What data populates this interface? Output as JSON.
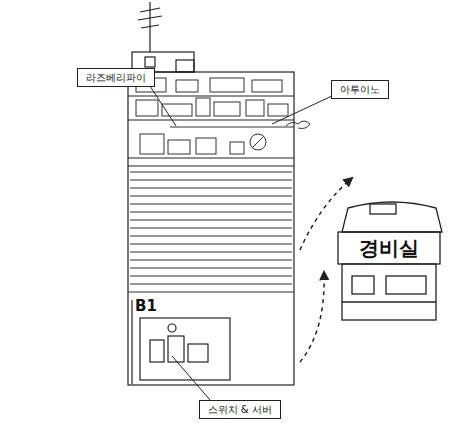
{
  "diagram": {
    "nodes": [
      {
        "text": [
          "라즈베리파이"
        ]
      },
      {
        "text": [
          "아투이노"
        ]
      },
      {
        "text": [
          "스위치 & 서버"
        ]
      },
      {
        "text": [
          "경비실"
        ]
      }
    ],
    "labels": [
      "B1"
    ]
  }
}
